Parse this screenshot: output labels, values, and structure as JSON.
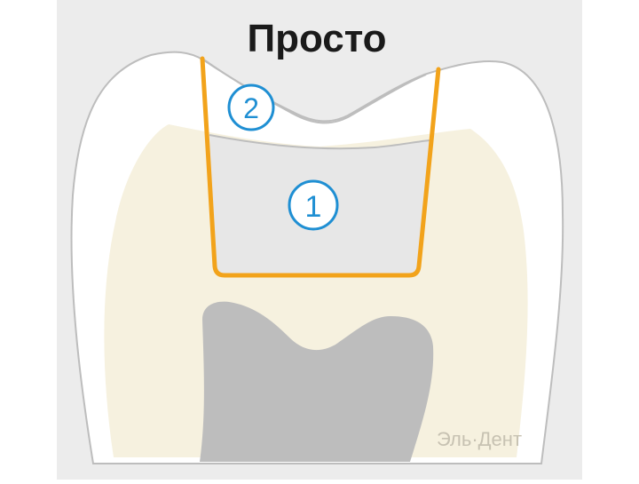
{
  "title": "Просто",
  "markers": [
    {
      "id": "layer-2",
      "label": "2"
    },
    {
      "id": "layer-1",
      "label": "1"
    }
  ],
  "watermark": "Эль·Дент",
  "colors": {
    "background": "#ececec",
    "enamel": "#ffffff",
    "dentin": "#f6f1df",
    "pulp": "#bdbdbd",
    "cavity_fill": "#e7e7e7",
    "cavity_outline": "#f2a31b",
    "marker": "#1f8fd3",
    "outline": "#bdbdbd",
    "title": "#1a1a1a",
    "watermark": "#c7c2b2"
  }
}
